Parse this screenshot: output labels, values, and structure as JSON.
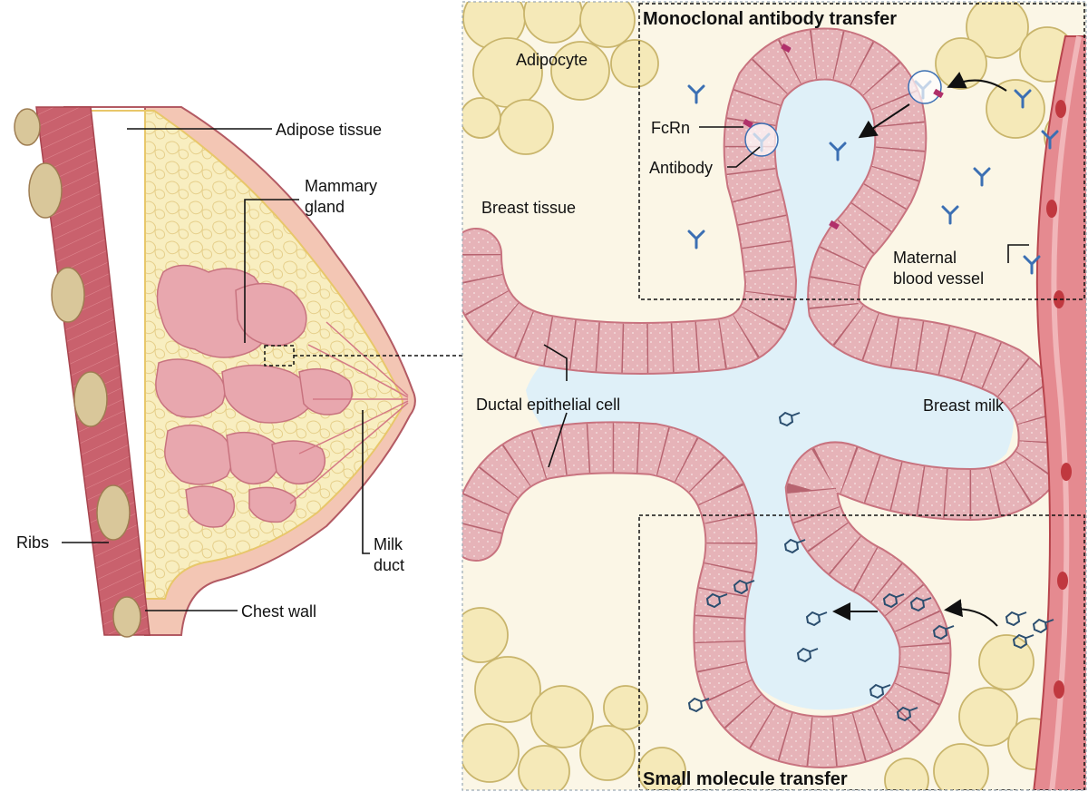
{
  "labels": {
    "adipose_tissue": "Adipose tissue",
    "mammary_gland_1": "Mammary",
    "mammary_gland_2": "gland",
    "ribs": "Ribs",
    "chest_wall": "Chest wall",
    "milk_duct_1": "Milk",
    "milk_duct_2": "duct",
    "adipocyte": "Adipocyte",
    "fcrn": "FcRn",
    "antibody": "Antibody",
    "breast_tissue": "Breast tissue",
    "maternal_blood_vessel_1": "Maternal",
    "maternal_blood_vessel_2": "blood vessel",
    "ductal_epithelial_cell": "Ductal epithelial cell",
    "breast_milk": "Breast milk"
  },
  "titles": {
    "monoclonal": "Monoclonal antibody transfer",
    "small_molecule": "Small molecule transfer"
  },
  "colors": {
    "skin": "#f3c6b4",
    "skin_dark": "#b35a63",
    "fat": "#f8eec0",
    "fat_dark": "#e8c76a",
    "gland": "#e8a7ae",
    "gland_dark": "#c8737f",
    "rib": "#d9c79a",
    "muscle": "#c9616d",
    "milk": "#dff0f8",
    "cell": "#e6b3b8",
    "cell_light": "#f1dad7",
    "antibody": "#3b6fb3",
    "molecule": "#2b4e6f",
    "vessel": "#d9676f",
    "rbc": "#c0383f"
  }
}
